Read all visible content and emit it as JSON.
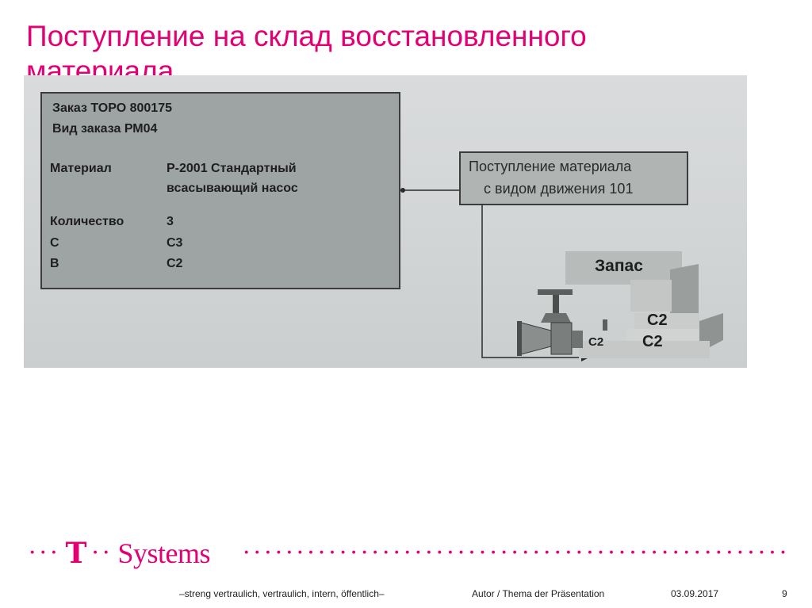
{
  "slide": {
    "title": "Поступление на склад восстановленного материала"
  },
  "figure": {
    "order_line1": "Заказ ТОРО 800175",
    "order_line2": "Вид заказа РМ04",
    "material_label": "Материал",
    "material_value_line1": "Р-2001 Стандартный",
    "material_value_line2": "всасывающий насос",
    "quantity_label": "Количество",
    "quantity_value": "3",
    "c_label": "C",
    "c_value": "C3",
    "b_label": "B",
    "b_value": "C2",
    "receipt_line1": "Поступление материала",
    "receipt_line2": "с видом движения 101",
    "stock_label": "Запас",
    "pump_tag": "C2",
    "stack_tag_upper": "C2",
    "stack_tag_lower": "C2"
  },
  "brand": {
    "dots_left": "···",
    "t_mark": "T",
    "dots_mid": "··",
    "name": "Systems",
    "color": "#e20074"
  },
  "footer": {
    "classification": "–streng vertraulich, vertraulich, intern, öffentlich–",
    "author_topic": "Autor / Thema der Präsentation",
    "date": "03.09.2017",
    "page_number": "9"
  }
}
